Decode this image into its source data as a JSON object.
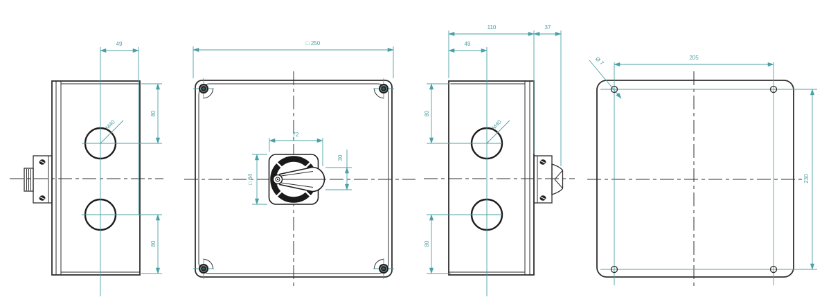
{
  "colors": {
    "background": "#ffffff",
    "drawing_line": "#2e2e2e",
    "dimension": "#4aa0a6"
  },
  "views": {
    "side_left": {
      "dim_hole_offset": "49",
      "dim_upper": "80",
      "dim_lower": "80",
      "thread_label": "M40"
    },
    "front": {
      "dim_overall": "□ 250",
      "dim_handle_length": "72",
      "dim_handle_width": "30",
      "dim_plate": "□ 64"
    },
    "side_right": {
      "dim_depth": "110",
      "dim_handle_projection": "37",
      "dim_hole_offset": "49",
      "dim_upper": "80",
      "dim_lower": "80",
      "thread_label": "M40"
    },
    "rear": {
      "dim_hole_spacing_h": "205",
      "dim_hole_spacing_v": "230",
      "dim_hole_diameter": "Ø 7"
    }
  }
}
